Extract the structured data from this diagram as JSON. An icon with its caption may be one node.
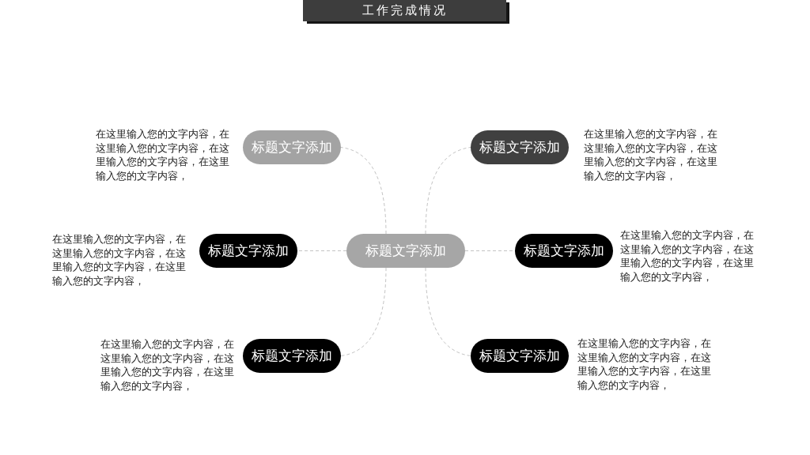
{
  "diagram": {
    "title": "工作完成情况",
    "nodes": [
      {
        "text": [
          "标题文字添加"
        ],
        "beside": [
          "在这里输入您的文字内容，在这里输入您的文字内容，在这里输入您的文字内容，在这里输入您的文字内容，"
        ]
      },
      {
        "text": [
          "标题文字添加"
        ],
        "beside": [
          "在这里输入您的文字内容，在这里输入您的文字内容，在这里输入您的文字内容，在这里输入您的文字内容，"
        ]
      },
      {
        "text": [
          "标题文字添加"
        ],
        "beside": [
          "在这里输入您的文字内容，在这里输入您的文字内容，在这里输入您的文字内容，在这里输入您的文字内容，"
        ]
      },
      {
        "text": [
          "标题文字添加"
        ]
      },
      {
        "text": [
          "标题文字添加"
        ],
        "beside": [
          "在这里输入您的文字内容，在这里输入您的文字内容，在这里输入您的文字内容，在这里输入您的文字内容，"
        ]
      },
      {
        "text": [
          "标题文字添加"
        ],
        "beside": [
          "在这里输入您的文字内容，在这里输入您的文字内容，在这里输入您的文字内容，在这里输入您的文字内容，"
        ]
      },
      {
        "text": [
          "标题文字添加"
        ],
        "beside": [
          "在这里输入您的文字内容，在这里输入您的文字内容，在这里输入您的文字内容，在这里输入您的文字内容，"
        ]
      }
    ],
    "edges": [
      {
        "from": 3,
        "to": 0,
        "arrow": "none",
        "style": "dashed"
      },
      {
        "from": 3,
        "to": 1,
        "arrow": "none",
        "style": "dashed"
      },
      {
        "from": 3,
        "to": 2,
        "arrow": "none",
        "style": "dashed"
      },
      {
        "from": 3,
        "to": 4,
        "arrow": "none",
        "style": "dashed"
      },
      {
        "from": 3,
        "to": 5,
        "arrow": "none",
        "style": "dashed"
      },
      {
        "from": 3,
        "to": 6,
        "arrow": "none",
        "style": "dashed"
      }
    ]
  }
}
